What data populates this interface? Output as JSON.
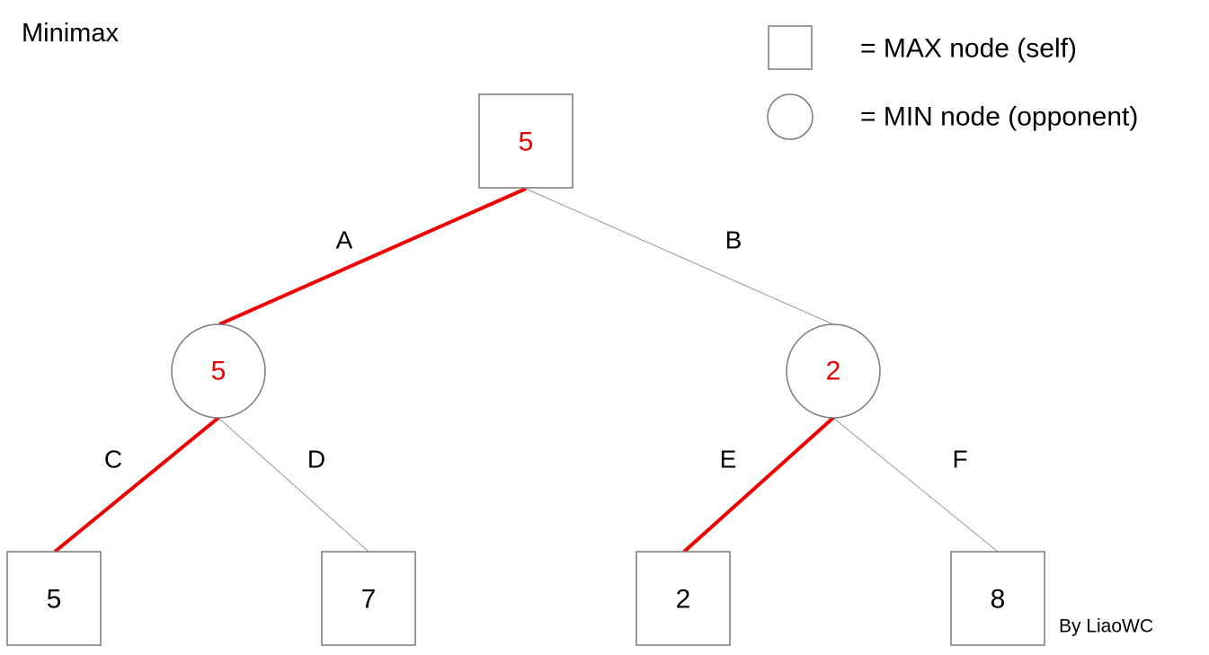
{
  "title": "Minimax",
  "legend": {
    "max_label": "= MAX node (self)",
    "min_label": "= MIN node (opponent)"
  },
  "credit": "By LiaoWC",
  "colors": {
    "chosen": "#ee0000",
    "plain_edge": "#9a9a9a",
    "node_stroke": "#7a7a7a",
    "text": "#000000"
  },
  "tree": {
    "root": {
      "type": "max",
      "value": "5",
      "highlight": true
    },
    "min_nodes": [
      {
        "type": "min",
        "value": "5",
        "highlight": true
      },
      {
        "type": "min",
        "value": "2",
        "highlight": true
      }
    ],
    "leaves": [
      {
        "type": "max",
        "value": "5",
        "highlight": false
      },
      {
        "type": "max",
        "value": "7",
        "highlight": false
      },
      {
        "type": "max",
        "value": "2",
        "highlight": false
      },
      {
        "type": "max",
        "value": "8",
        "highlight": false
      }
    ],
    "edges": [
      {
        "label": "A",
        "from": "root",
        "to": "min_nodes.0",
        "chosen": true
      },
      {
        "label": "B",
        "from": "root",
        "to": "min_nodes.1",
        "chosen": false
      },
      {
        "label": "C",
        "from": "min_nodes.0",
        "to": "leaves.0",
        "chosen": true
      },
      {
        "label": "D",
        "from": "min_nodes.0",
        "to": "leaves.1",
        "chosen": false
      },
      {
        "label": "E",
        "from": "min_nodes.1",
        "to": "leaves.2",
        "chosen": true
      },
      {
        "label": "F",
        "from": "min_nodes.1",
        "to": "leaves.3",
        "chosen": false
      }
    ]
  }
}
